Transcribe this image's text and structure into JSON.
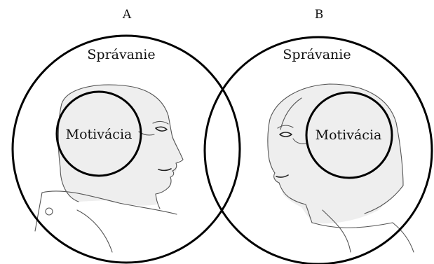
{
  "person_a": {
    "letter": "A",
    "outer_label": "Správanie",
    "inner_label": "Motivácia"
  },
  "person_b": {
    "letter": "B",
    "outer_label": "Správanie",
    "inner_label": "Motivácia"
  },
  "colors": {
    "circle_stroke": "#000000",
    "text": "#111111",
    "sketch": "#555555",
    "background": "#ffffff"
  }
}
